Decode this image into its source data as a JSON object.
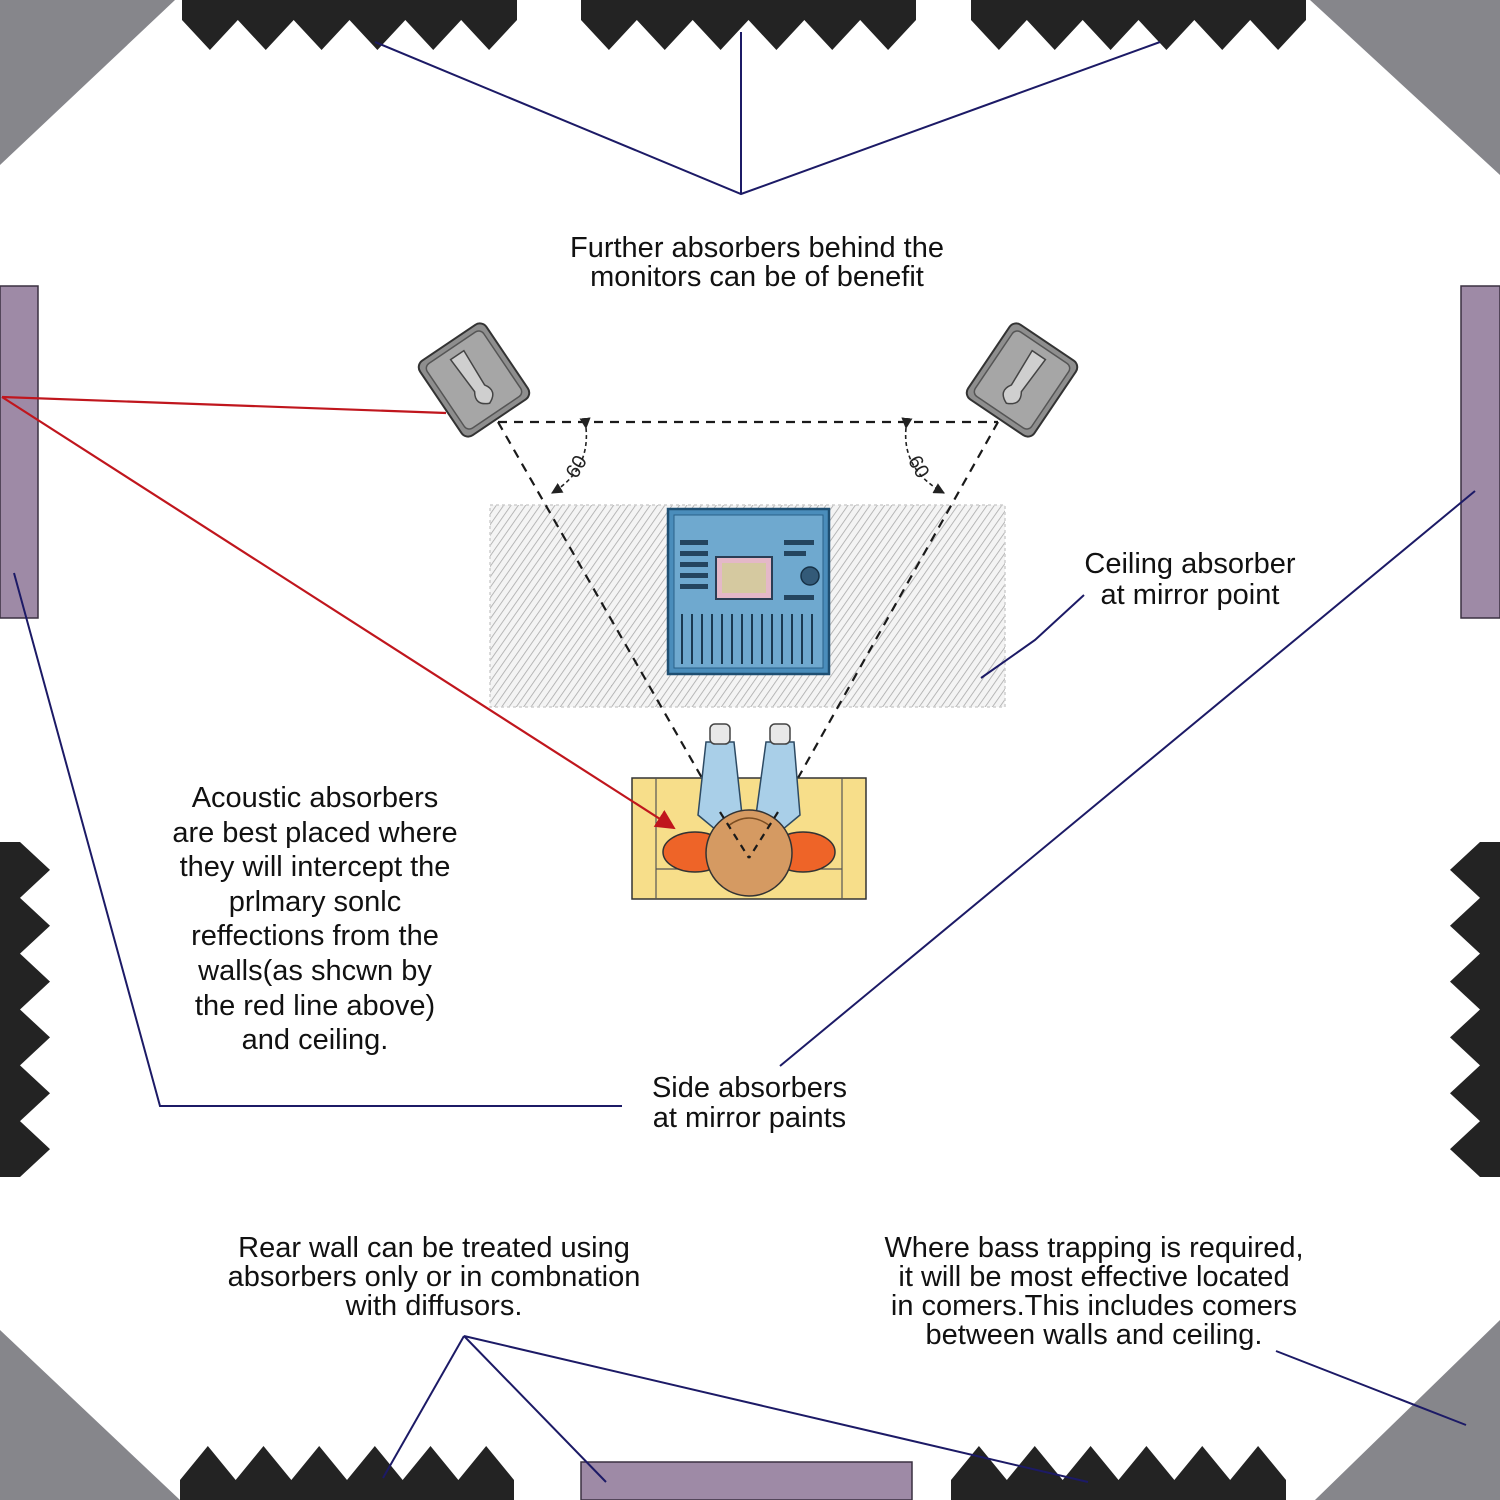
{
  "colors": {
    "foam": "#232323",
    "corner_trap": "#86868b",
    "panel": "#9e8aa6",
    "leader_line": "#1c1a66",
    "reflection_line": "#c0161d",
    "ceiling_hatch": "#b7b7b7",
    "seat": "#f7de8a",
    "legs": "#a9cfe8",
    "head": "#d59a62",
    "arms": "#ee6428",
    "mixer": "#4a8dbb"
  },
  "captions": {
    "top_absorbers": [
      "Further absorbers behind the",
      "monitors can be of benefit"
    ],
    "ceiling_absorber": [
      "Ceiling absorber",
      "at mirror point"
    ],
    "acoustic_absorbers": [
      "Acoustic absorbers",
      "are best placed where",
      "they will intercept the",
      "prlmary sonlc",
      "reffections from the",
      "walls(as shcwn by",
      "the red line above)",
      "and ceiling."
    ],
    "side_absorbers": [
      "Side absorbers",
      "at mirror paints"
    ],
    "rear_wall": [
      "Rear wall can be treated using",
      "absorbers only or in combnation",
      "with diffusors."
    ],
    "bass_trapping": [
      "Where bass trapping is required,",
      "it will be most effective located",
      "in comers.This includes comers",
      "between walls and ceiling."
    ]
  },
  "angles": {
    "left": "60",
    "right": "60"
  },
  "icons": {
    "left_monitor": "studio-monitor-icon",
    "right_monitor": "studio-monitor-icon",
    "mixer": "mixing-console-icon",
    "listener": "seated-listener-icon"
  }
}
